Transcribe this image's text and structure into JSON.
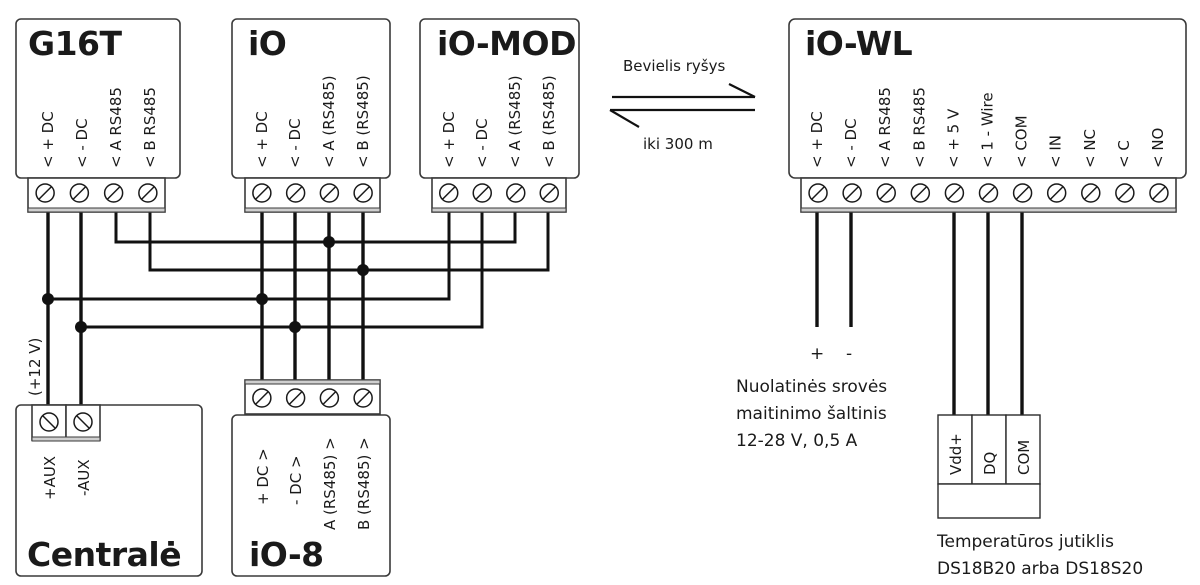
{
  "modules": {
    "g16t": {
      "title": "G16T",
      "pins": [
        "< + DC",
        "< - DC",
        "< A RS485",
        "< B RS485"
      ]
    },
    "io": {
      "title": "iO",
      "pins": [
        "< + DC",
        "< - DC",
        "< A (RS485)",
        "< B (RS485)"
      ]
    },
    "io_mod": {
      "title": "iO-MOD",
      "pins": [
        "< + DC",
        "< - DC",
        "< A (RS485)",
        "< B (RS485)"
      ]
    },
    "io_wl": {
      "title": "iO-WL",
      "pins": [
        "< + DC",
        "< - DC",
        "< A RS485",
        "< B RS485",
        "< + 5 V",
        "< 1 - Wire",
        "< COM",
        "< IN",
        "< NC",
        "< C",
        "< NO"
      ]
    },
    "centrale": {
      "title": "Centralė",
      "pins": [
        "+AUX",
        "-AUX"
      ],
      "voltage_note": "(+12 V)"
    },
    "io_8": {
      "title": "iO-8",
      "pins": [
        "+ DC >",
        "- DC >",
        "A (RS485) >",
        "B (RS485) >"
      ]
    }
  },
  "wireless": {
    "label": "Bevielis ryšys",
    "range": "iki 300 m"
  },
  "power_supply": {
    "plus": "+",
    "minus": "-",
    "lines": [
      "Nuolatinės srovės",
      "maitinimo šaltinis",
      "12-28 V, 0,5 A"
    ]
  },
  "sensor": {
    "pins": [
      "Vdd+",
      "DQ",
      "COM"
    ],
    "lines": [
      "Temperatūros jutiklis",
      "DS18B20 arba DS18S20"
    ]
  }
}
